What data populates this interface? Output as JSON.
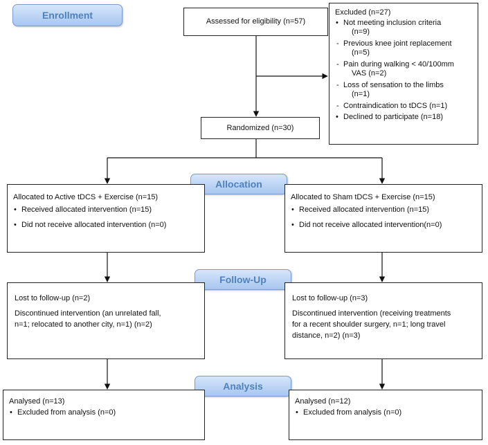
{
  "stages": {
    "enrollment": "Enrollment",
    "allocation": "Allocation",
    "follow_up": "Follow-Up",
    "analysis": "Analysis"
  },
  "assessed": "Assessed for eligibility (n=57)",
  "excluded": {
    "title": "Excluded  (n=27)",
    "items": [
      {
        "text": "Not meeting inclusion criteria",
        "count": "(n=9)"
      },
      {
        "text": "Previous knee joint replacement",
        "count": "(n=5)"
      },
      {
        "text": "Pain during walking < 40/100mm",
        "count": "VAS (n=2)"
      },
      {
        "text": "Loss of sensation to the limbs",
        "count": "(n=1)"
      },
      {
        "text": "Contraindication to tDCS (n=1)"
      },
      {
        "text": "Declined to participate (n=18)"
      }
    ]
  },
  "randomized": "Randomized (n=30)",
  "allocation": {
    "left": {
      "title": "Allocated to Active tDCS + Exercise (n=15)",
      "received": "Received allocated intervention (n=15)",
      "not_received": "Did not receive allocated intervention (n=0)"
    },
    "right": {
      "title": "Allocated to Sham tDCS + Exercise (n=15)",
      "received": "Received allocated intervention (n=15)",
      "not_received": "Did not receive allocated intervention(n=0)"
    }
  },
  "follow_up": {
    "left": {
      "lost": "Lost to follow-up (n=2)",
      "disc_1": "Discontinued intervention (an unrelated fall,",
      "disc_2": "n=1; relocated to another city, n=1) (n=2)"
    },
    "right": {
      "lost": "Lost to follow-up (n=3)",
      "disc_1": "Discontinued intervention (receiving treatments",
      "disc_2": "for a recent shoulder surgery, n=1; long travel",
      "disc_3": "distance, n=2) (n=3)"
    }
  },
  "analysis": {
    "left": {
      "analysed": "Analysed  (n=13)",
      "excluded": "Excluded from analysis (n=0)"
    },
    "right": {
      "analysed": "Analysed  (n=12)",
      "excluded": "Excluded from analysis (n=0)"
    }
  }
}
